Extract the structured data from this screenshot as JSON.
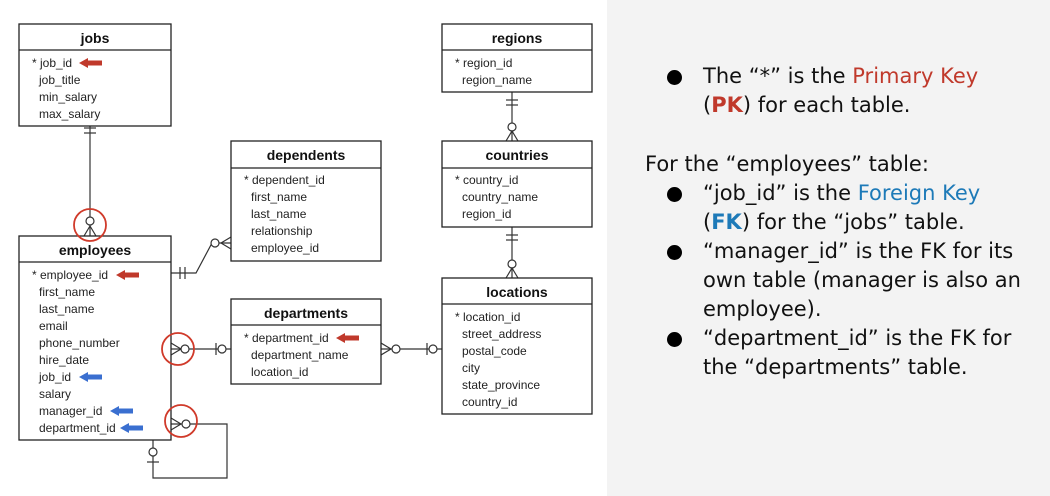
{
  "colors": {
    "pk_arrow": "#c0392b",
    "fk_arrow": "#3a6fd0",
    "circle": "#d03a2a",
    "pk_text": "#c0392b",
    "fk_text": "#1d7ab8"
  },
  "tables": {
    "jobs": {
      "name": "jobs",
      "columns": [
        "* job_id",
        "job_title",
        "min_salary",
        "max_salary"
      ]
    },
    "regions": {
      "name": "regions",
      "columns": [
        "* region_id",
        "region_name"
      ]
    },
    "dependents": {
      "name": "dependents",
      "columns": [
        "* dependent_id",
        "first_name",
        "last_name",
        "relationship",
        "employee_id"
      ]
    },
    "countries": {
      "name": "countries",
      "columns": [
        "* country_id",
        "country_name",
        "region_id"
      ]
    },
    "employees": {
      "name": "employees",
      "columns": [
        "* employee_id",
        "first_name",
        "last_name",
        "email",
        "phone_number",
        "hire_date",
        "job_id",
        "salary",
        "manager_id",
        "department_id"
      ]
    },
    "departments": {
      "name": "departments",
      "columns": [
        "* department_id",
        "department_name",
        "location_id"
      ]
    },
    "locations": {
      "name": "locations",
      "columns": [
        "* location_id",
        "street_address",
        "postal_code",
        "city",
        "state_province",
        "country_id"
      ]
    }
  },
  "notes": {
    "b1_pre": "The “*” is the ",
    "b1_pk": "Primary Key",
    "b1_l2_pre": "(",
    "b1_l2_abbr": "PK",
    "b1_l2_post": ") for each table.",
    "heading": "For the “employees” table:",
    "b2_pre": "“job_id” is the ",
    "b2_fk": "Foreign Key",
    "b2_l2_pre": "(",
    "b2_l2_abbr": "FK",
    "b2_l2_post": ") for the “jobs” table.",
    "b3": "“manager_id” is the FK for its own table (manager is also an employee).",
    "b4": "“department_id” is the FK for the “departments” table."
  }
}
